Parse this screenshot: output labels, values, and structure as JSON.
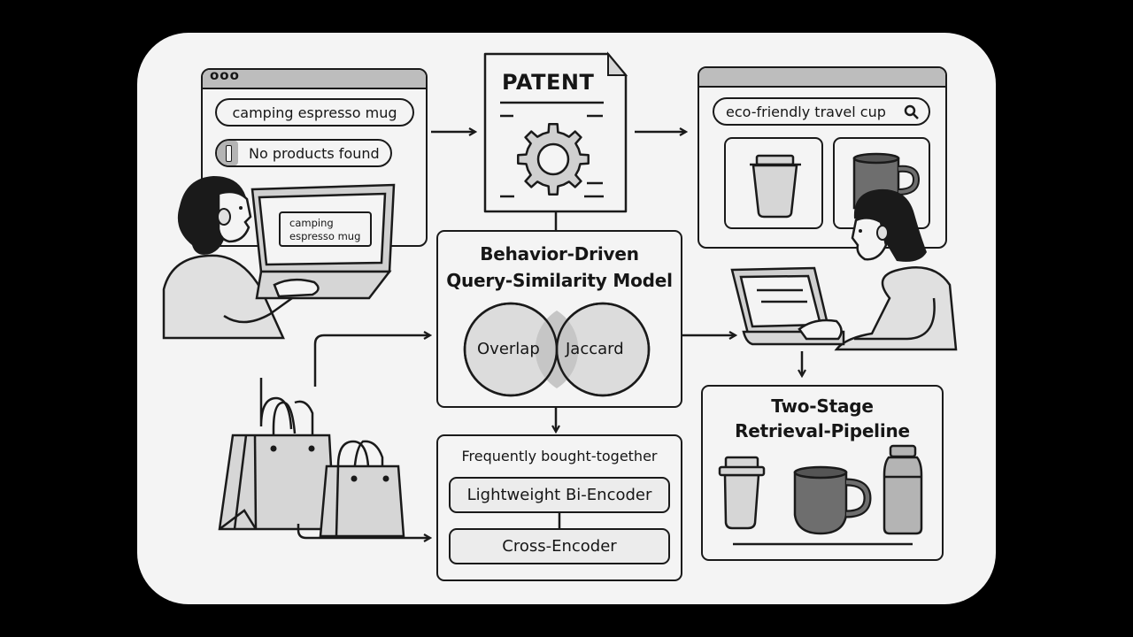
{
  "left_browser": {
    "window_dots": "ooo",
    "search_query": "camping espresso mug",
    "status_message": "No products found",
    "laptop_screen_query": "camping\nespresso mug"
  },
  "patent": {
    "label": "PATENT"
  },
  "right_browser": {
    "search_query": "eco-friendly travel cup",
    "results": [
      "travel cup",
      "mug"
    ]
  },
  "model": {
    "title_line1": "Behavior-Driven",
    "title_line2": "Query-Similarity Model",
    "venn_left": "Overlap",
    "venn_right": "Jaccard"
  },
  "encoders": {
    "header": "Frequently bought-together",
    "stage1": "Lightweight Bi-Encoder",
    "stage2": "Cross-Encoder"
  },
  "pipeline": {
    "title_line1": "Two-Stage",
    "title_line2": "Retrieval-Pipeline",
    "products": [
      "travel cup",
      "mug",
      "bottle"
    ]
  },
  "colors": {
    "background": "#000000",
    "panel": "#f4f4f4",
    "stroke": "#1a1a1a",
    "light_fill": "#d6d6d6",
    "mid_fill": "#b4b4b4",
    "dark_fill": "#6e6e6e",
    "hair": "#111111"
  }
}
